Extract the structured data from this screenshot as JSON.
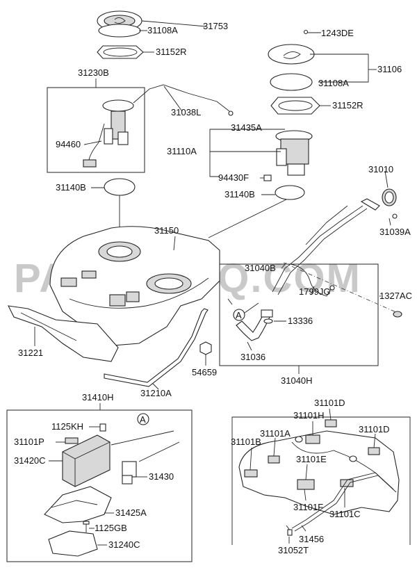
{
  "watermark": "PARTSOUQ.COM",
  "labels": {
    "p31753": "31753",
    "p31108A_top": "31108A",
    "p31152R_top": "31152R",
    "p31230B": "31230B",
    "p31038L": "31038L",
    "p94460": "94460",
    "p1243DE": "1243DE",
    "p31106": "31106",
    "p31108A_right": "31108A",
    "p31152R_right": "31152R",
    "p31435A": "31435A",
    "p31110A": "31110A",
    "p94430F": "94430F",
    "p31140B_left": "31140B",
    "p31140B_right": "31140B",
    "p31010": "31010",
    "p31039A": "31039A",
    "p31150": "31150",
    "p31040B": "31040B",
    "p1327AC": "1327AC",
    "p1799JG": "1799JG",
    "p13336": "13336",
    "p31036": "31036",
    "p31040H": "31040H",
    "p31221": "31221",
    "p54659": "54659",
    "p31210A": "31210A",
    "p31410H": "31410H",
    "p1125KH": "1125KH",
    "p31101P": "31101P",
    "p31420C": "31420C",
    "p31430": "31430",
    "p31425A": "31425A",
    "p1125GB": "1125GB",
    "p31240C": "31240C",
    "p31101D_top": "31101D",
    "p31101H": "31101H",
    "p31101D_right": "31101D",
    "p31101B": "31101B",
    "p31101A": "31101A",
    "p31101E": "31101E",
    "p31101F": "31101F",
    "p31101C": "31101C",
    "p31456": "31456",
    "p31052T": "31052T",
    "callout_a1": "A",
    "callout_a2": "A"
  }
}
